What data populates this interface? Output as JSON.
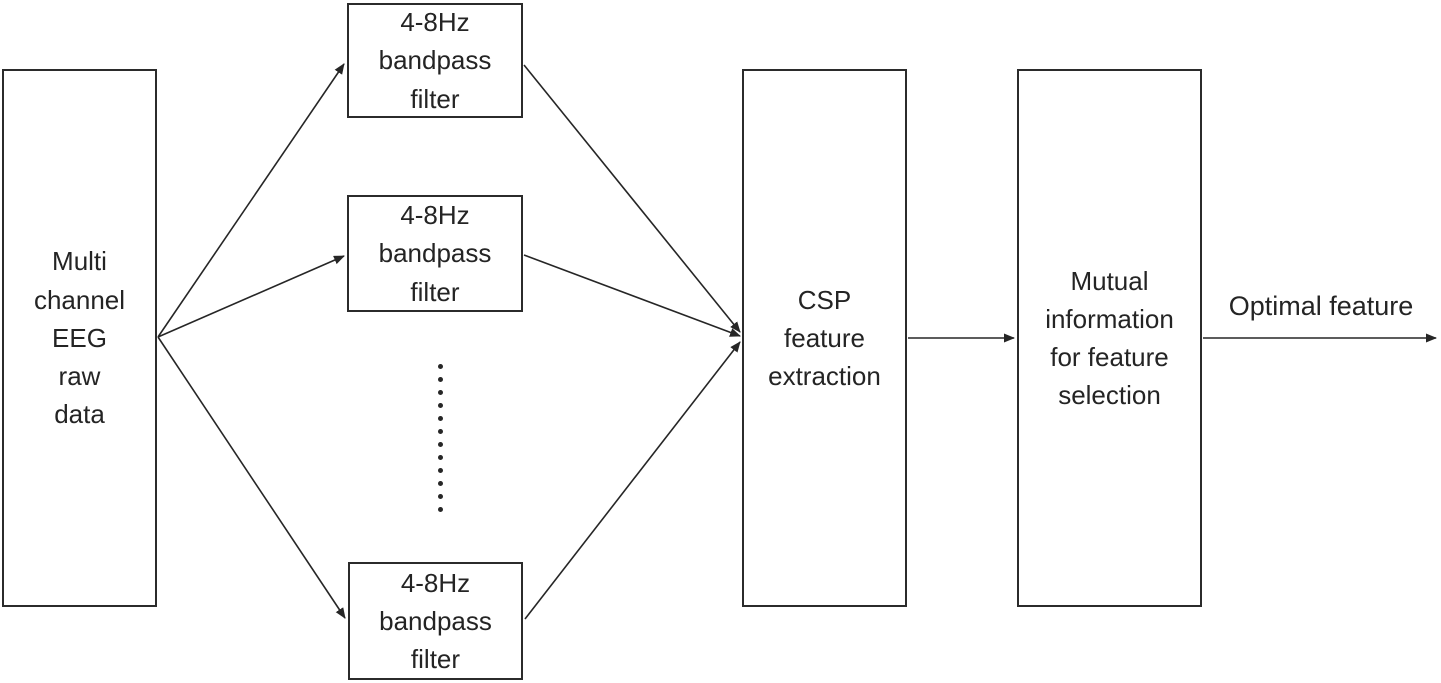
{
  "diagram": {
    "type": "flowchart",
    "nodes": [
      {
        "id": "eeg-source",
        "label": "Multi\nchannel\nEEG\nraw\ndata"
      },
      {
        "id": "bandpass-filter-1",
        "label": "4-8Hz\nbandpass\nfilter"
      },
      {
        "id": "bandpass-filter-2",
        "label": "4-8Hz\nbandpass\nfilter"
      },
      {
        "id": "bandpass-filter-3",
        "label": "4-8Hz\nbandpass\nfilter"
      },
      {
        "id": "csp",
        "label": "CSP\nfeature\nextraction"
      },
      {
        "id": "mutual-information",
        "label": "Mutual\ninformation\nfor feature\nselection"
      }
    ],
    "edges": [
      {
        "from": "eeg-source",
        "to": "bandpass-filter-1"
      },
      {
        "from": "eeg-source",
        "to": "bandpass-filter-2"
      },
      {
        "from": "eeg-source",
        "to": "bandpass-filter-3"
      },
      {
        "from": "bandpass-filter-1",
        "to": "csp"
      },
      {
        "from": "bandpass-filter-2",
        "to": "csp"
      },
      {
        "from": "bandpass-filter-3",
        "to": "csp"
      },
      {
        "from": "csp",
        "to": "mutual-information"
      },
      {
        "from": "mutual-information",
        "to": "output"
      }
    ],
    "output_label": "Optimal feature",
    "ellipsis": {
      "dots": 12
    },
    "colors": {
      "line": "#262626",
      "box_border": "#2b2b2b",
      "text": "#242424",
      "background": "#ffffff"
    }
  }
}
